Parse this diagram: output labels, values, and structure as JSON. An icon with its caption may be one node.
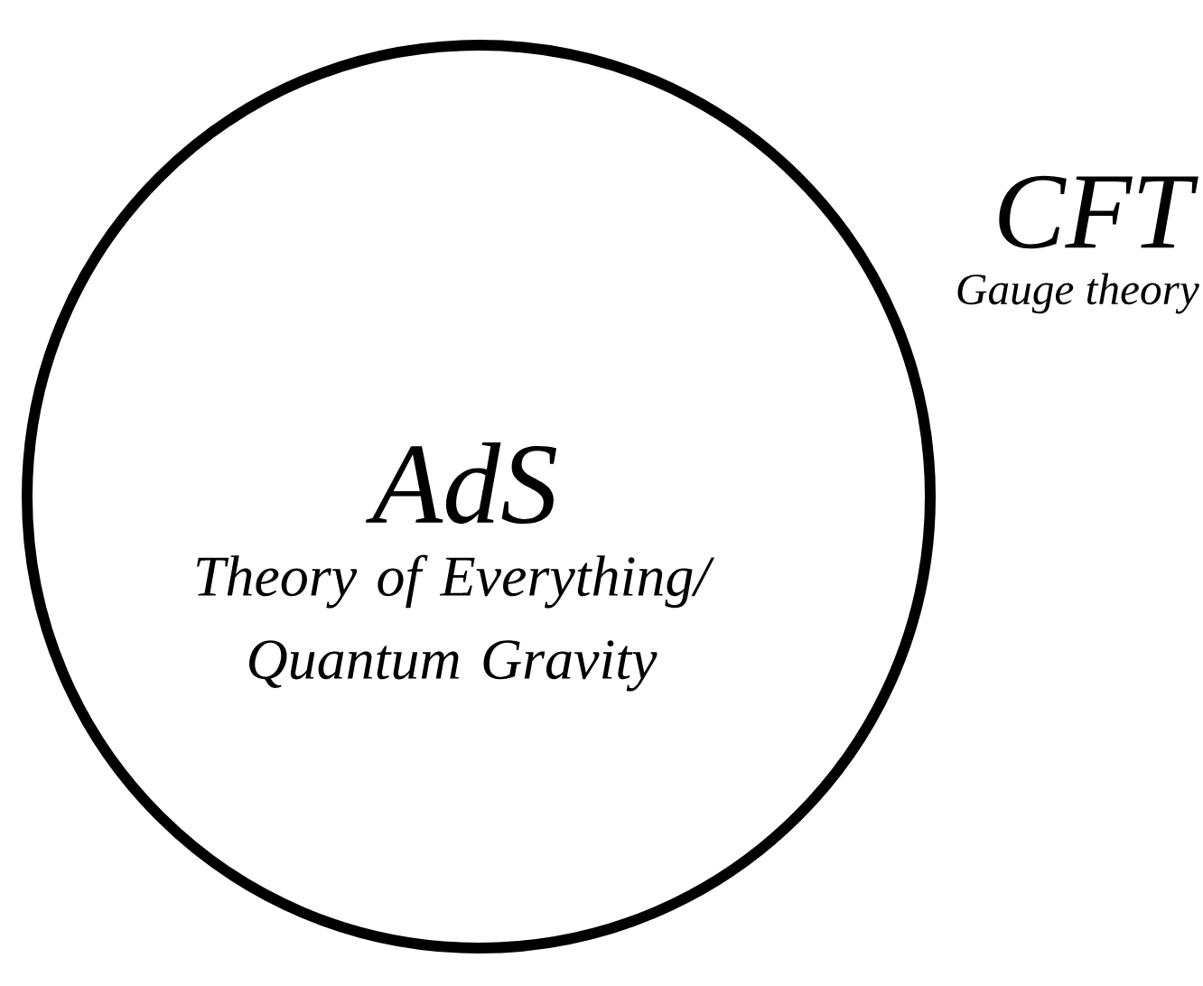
{
  "diagram": {
    "nodes": [
      {
        "text": [
          "AdS",
          "Theory of Everything/ Quantum Gravity"
        ],
        "beside": [
          "CFT",
          "Gauge theory"
        ]
      }
    ]
  }
}
